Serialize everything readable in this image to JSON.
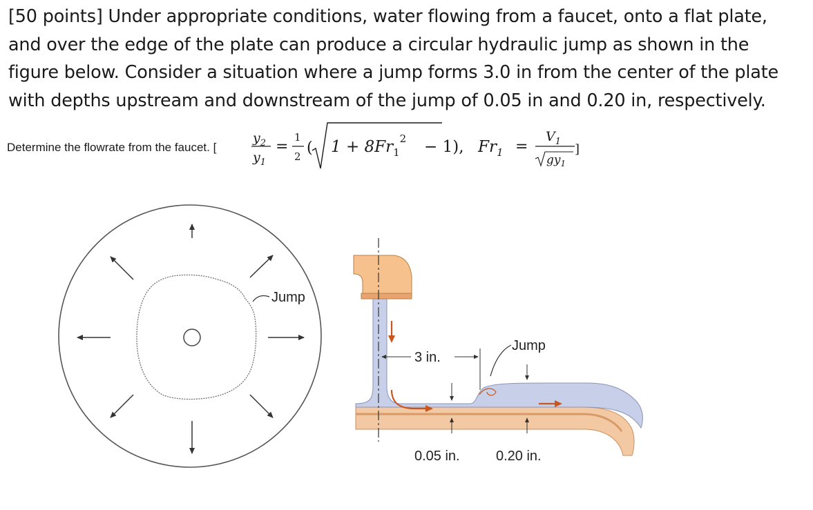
{
  "problem": {
    "lines": [
      "[50 points] Under appropriate conditions, water flowing from a faucet, onto a  flat plate,",
      "and over the edge of the plate can produce a circular  hydraulic jump as shown in the",
      "figure below. Consider a situation  where a jump forms 3.0 in from the center of the plate",
      "with depths  upstream and downstream of the jump of 0.05 in and 0.20 in,  respectively."
    ],
    "prompt": "Determine the flowrate from the faucet. [",
    "formula": {
      "y2": "y",
      "y2_sub": "2",
      "y1": "y",
      "y1_sub": "1",
      "eq": "=",
      "half_num": "1",
      "half_den": "2",
      "open_paren": "(",
      "radicand": "1 + 8Fr",
      "radicand_sub": "1",
      "radicand_sup": "2",
      "minus_one": " − 1),",
      "fr": "Fr",
      "fr_sub": "1",
      "v1": "V",
      "v1_sub": "1",
      "gy1": "gy",
      "gy1_sub": "1",
      "close_bracket": "]"
    }
  },
  "figure": {
    "top_view": {
      "jump_label": "Jump"
    },
    "side_view": {
      "jump_label": "Jump",
      "distance_label": "3 in.",
      "depth_upstream": "0.05 in.",
      "depth_downstream": "0.20 in."
    },
    "colors": {
      "plate": "#f3c9a4",
      "plate_dark": "#d89a66",
      "water": "#c8cfe8",
      "arrow_orange": "#c8571f",
      "faucet": "#f6c18c",
      "ink": "#333333"
    }
  }
}
